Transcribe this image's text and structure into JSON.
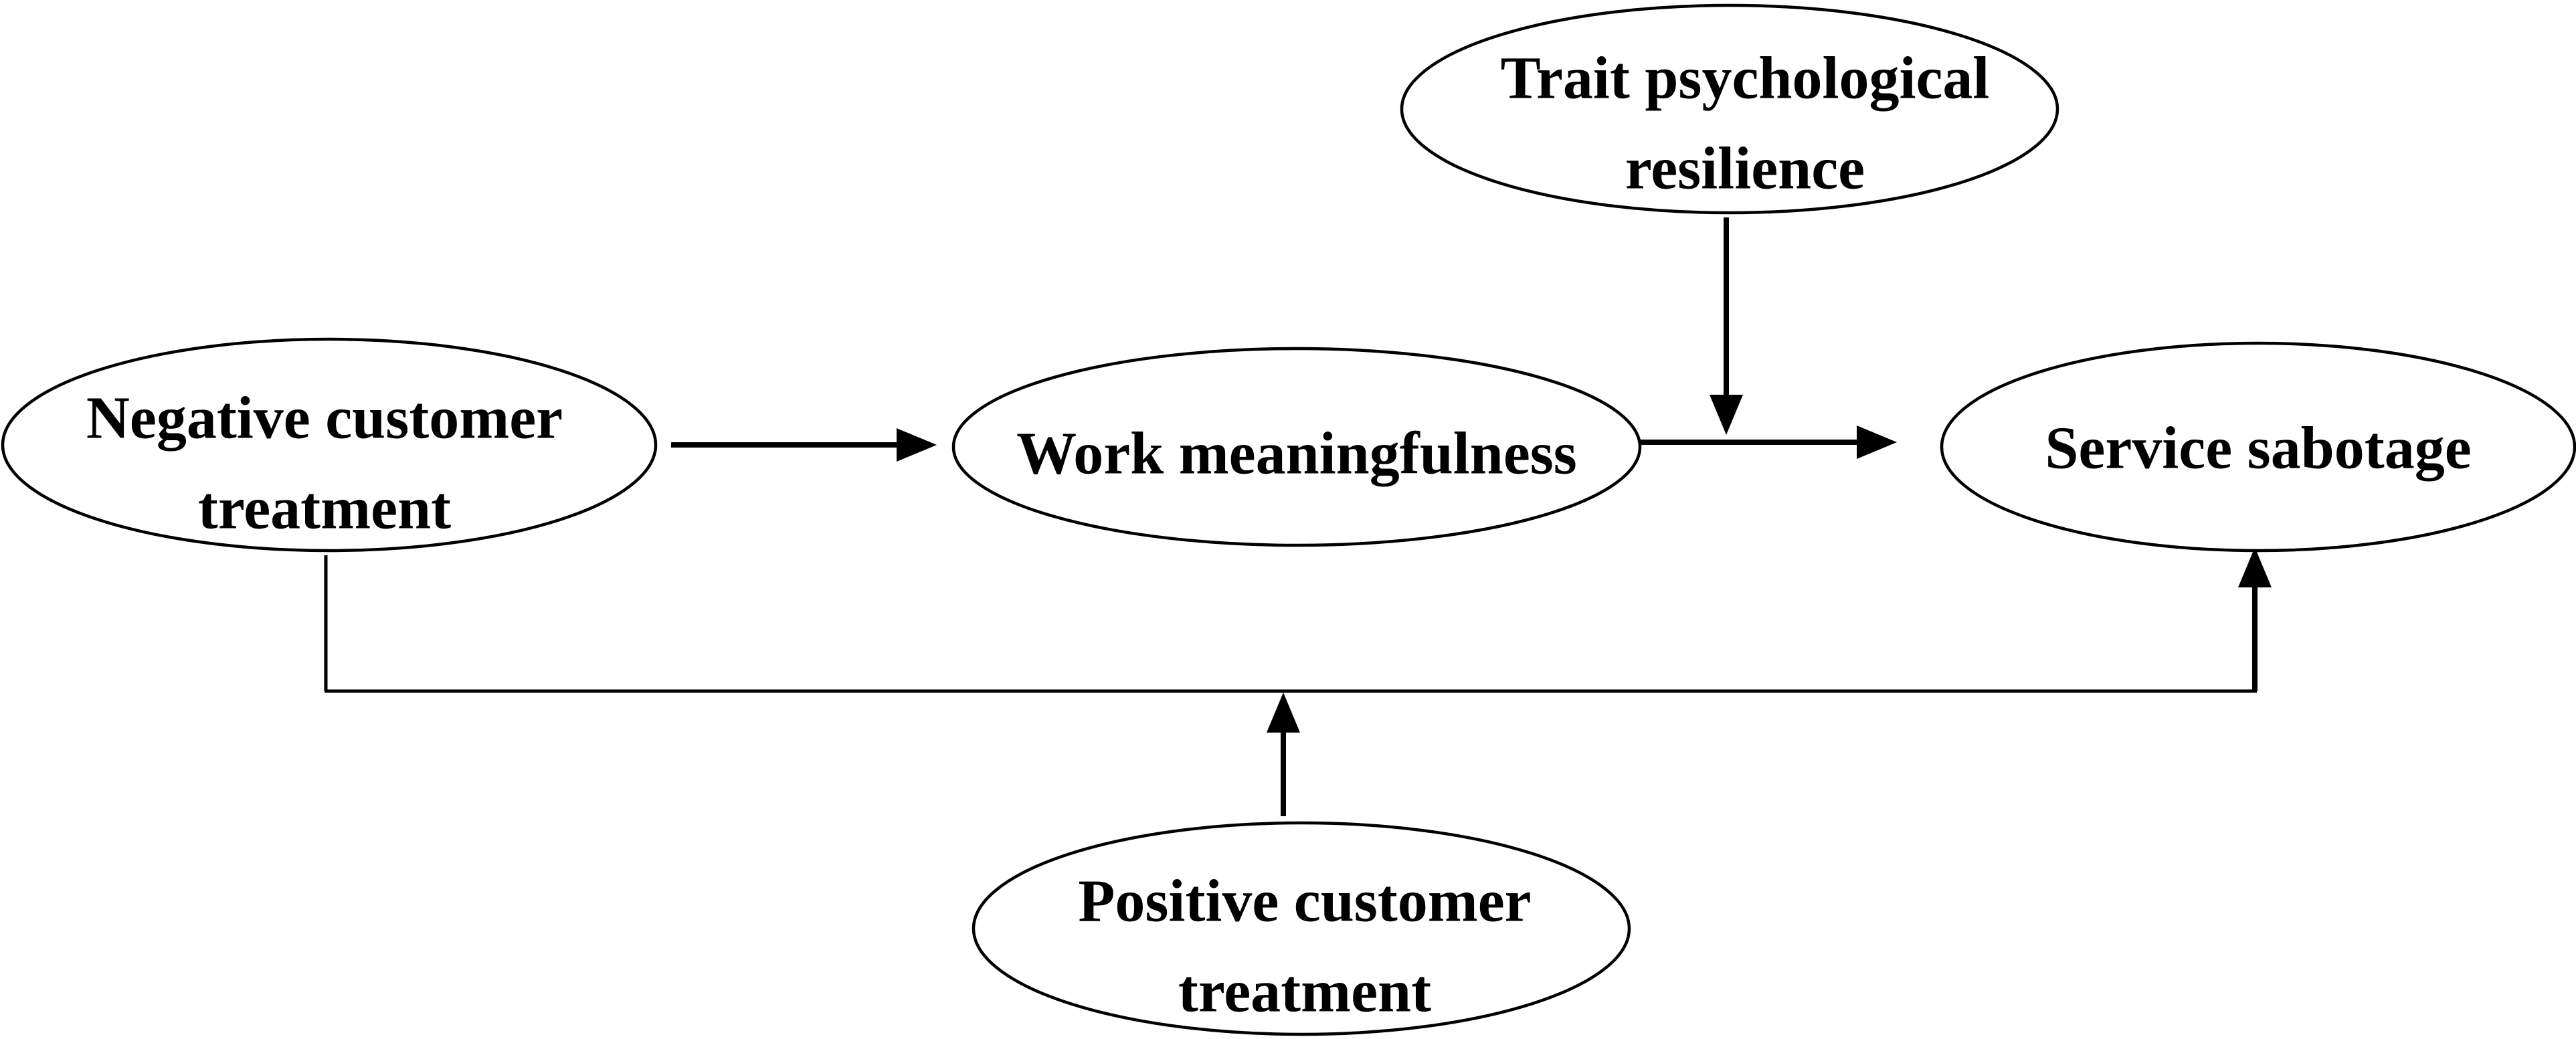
{
  "nodes": {
    "negative": {
      "line1": "Negative customer",
      "line2": "treatment"
    },
    "work": {
      "line1": "Work meaningfulness"
    },
    "service": {
      "line1": "Service sabotage"
    },
    "trait": {
      "line1": "Trait psychological",
      "line2": "resilience"
    },
    "positive": {
      "line1": "Positive customer",
      "line2": "treatment"
    }
  },
  "edges": [
    {
      "from": "Negative customer treatment",
      "to": "Work meaningfulness"
    },
    {
      "from": "Work meaningfulness",
      "to": "Service sabotage"
    },
    {
      "from": "Trait psychological resilience",
      "to": "Work meaningfulness → Service sabotage path"
    },
    {
      "from": "Negative customer treatment",
      "to": "Service sabotage"
    },
    {
      "from": "Positive customer treatment",
      "to": "Negative customer treatment → Service sabotage path"
    }
  ],
  "colors": {
    "stroke": "#000000",
    "background": "#ffffff"
  }
}
